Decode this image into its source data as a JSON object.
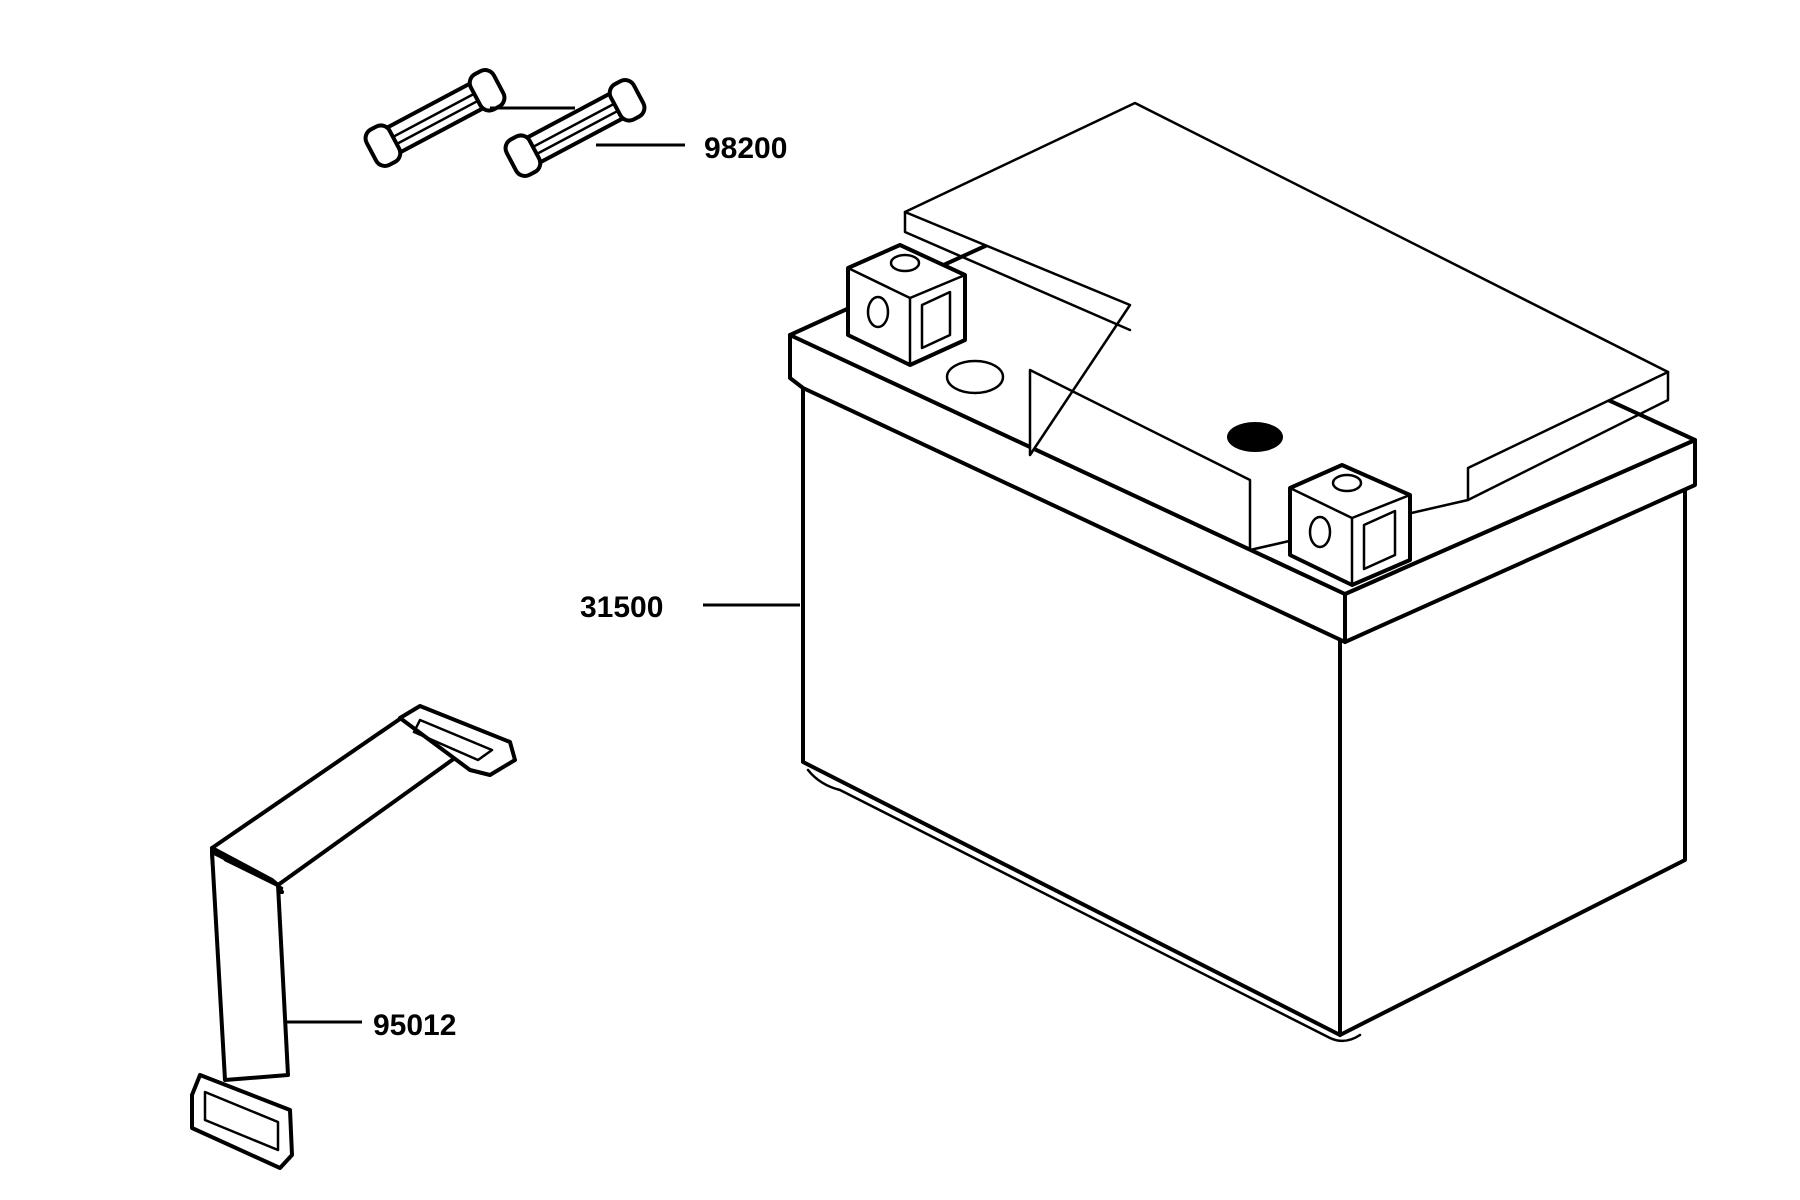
{
  "parts": [
    {
      "number": "98200",
      "icon": "fuse-icon"
    },
    {
      "number": "31500",
      "icon": "battery-icon"
    },
    {
      "number": "95012",
      "icon": "battery-strap-icon"
    }
  ],
  "colors": {
    "line": "#000000",
    "background": "#ffffff"
  }
}
